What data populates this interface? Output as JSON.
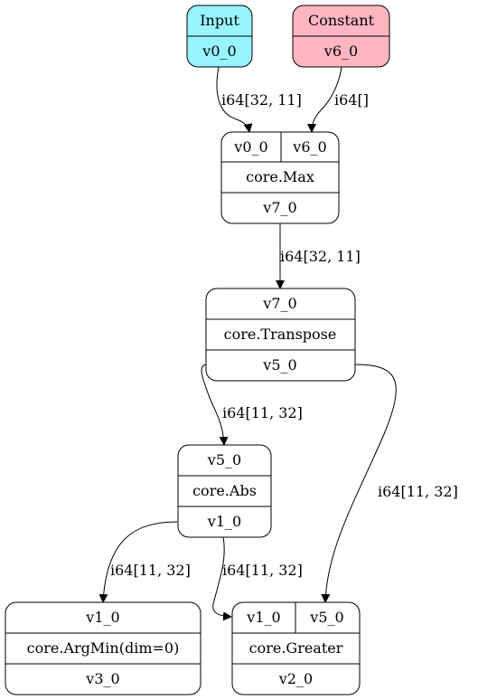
{
  "nodes": {
    "input": {
      "title": "Input",
      "output": "v0_0",
      "fill": "#98f5ff"
    },
    "constant": {
      "title": "Constant",
      "output": "v6_0",
      "fill": "#ffb6c1"
    },
    "max": {
      "in1": "v0_0",
      "in2": "v6_0",
      "op": "core.Max",
      "output": "v7_0"
    },
    "transpose": {
      "input": "v7_0",
      "op": "core.Transpose",
      "output": "v5_0"
    },
    "abs": {
      "input": "v5_0",
      "op": "core.Abs",
      "output": "v1_0"
    },
    "argmin": {
      "input": "v1_0",
      "op": "core.ArgMin(dim=0)",
      "output": "v3_0"
    },
    "greater": {
      "in1": "v1_0",
      "in2": "v5_0",
      "op": "core.Greater",
      "output": "v2_0"
    }
  },
  "edges": {
    "input_max": "i64[32, 11]",
    "constant_max": "i64[]",
    "max_transpose": "i64[32, 11]",
    "transpose_abs": "i64[11, 32]",
    "transpose_greater": "i64[11, 32]",
    "abs_argmin": "i64[11, 32]",
    "abs_greater": "i64[11, 32]"
  }
}
